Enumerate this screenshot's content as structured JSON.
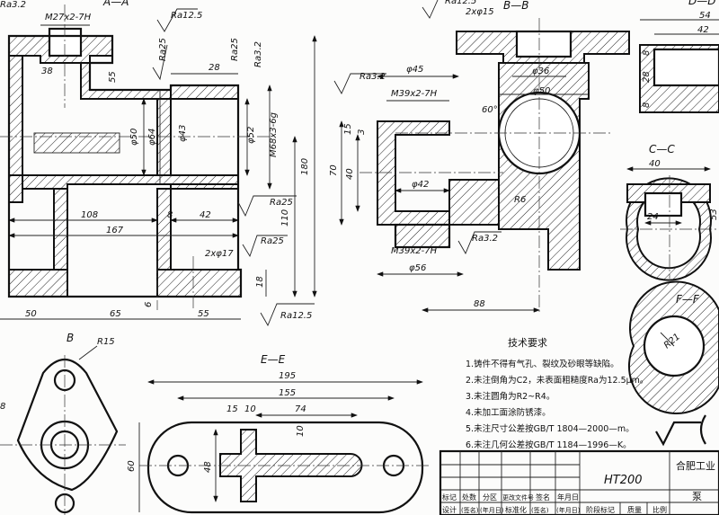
{
  "views": {
    "aa": "A—A",
    "bb": "B—B",
    "dd": "D—D",
    "cc": "C—C",
    "ff": "F—F",
    "ee": "E—E",
    "b_view": "B"
  },
  "roughness": {
    "ra32": "Ra3.2",
    "ra125": "Ra12.5",
    "ra25": "Ra25"
  },
  "dims_aa": {
    "m27": "M27x2-7H",
    "d38": "38",
    "d55": "55",
    "d28": "28",
    "phi50": "φ50",
    "phi64": "φ64",
    "phi43": "φ43",
    "phi52": "φ52",
    "m68": "M68x3-6g",
    "d180": "180",
    "d110": "110",
    "d108": "108",
    "d8": "8",
    "d42": "42",
    "d167": "167",
    "holes": "2xφ17",
    "d18": "18",
    "d6": "6",
    "d50": "50",
    "d65": "65",
    "d55b": "55"
  },
  "dims_bb": {
    "holes15": "2xφ15",
    "phi45": "φ45",
    "phi36": "φ36",
    "m39": "M39x2-7H",
    "phi50": "φ50",
    "a60": "60°",
    "d15": "15",
    "d3": "3",
    "d40": "40",
    "d70": "70",
    "phi42": "φ42",
    "r6": "R6",
    "m39b": "M39x2-7H",
    "phi56": "φ56",
    "d88": "88"
  },
  "dims_dd": {
    "d54": "54",
    "d42": "42",
    "d28": "28",
    "d8a": "8",
    "d8b": "8"
  },
  "dims_cc": {
    "d40": "40",
    "d24": "24",
    "d53": "53"
  },
  "dims_ff": {
    "r21": "R21"
  },
  "dims_b": {
    "r15": "R15",
    "d8": "8"
  },
  "dims_ee": {
    "d195": "195",
    "d155": "155",
    "d15": "15",
    "d10a": "10",
    "d74": "74",
    "d10b": "10",
    "d48": "48",
    "d60": "60"
  },
  "notes": {
    "title": "技术要求",
    "items": [
      "1.铸件不得有气孔、裂纹及砂眼等缺陷。",
      "2.未注倒角为C2，未表面粗糙度Ra为12.5μm。",
      "3.未注圆角为R2~R4。",
      "4.未加工面涂防锈漆。",
      "5.未注尺寸公差按GB/T 1804—2000—m。",
      "6.未注几何公差按GB/T 1184—1996—K。"
    ]
  },
  "title_block": {
    "material": "HT200",
    "company": "合肥工业",
    "part": "泵",
    "row1": [
      "标记",
      "处数",
      "分区",
      "更改文件号",
      "签名",
      "年月日"
    ],
    "row2": [
      "设计",
      "(签名)",
      "(年月日)",
      "标准化",
      "(签名)",
      "(年月日)"
    ],
    "row2_extra": [
      "阶段标记",
      "质量",
      "比例"
    ]
  }
}
